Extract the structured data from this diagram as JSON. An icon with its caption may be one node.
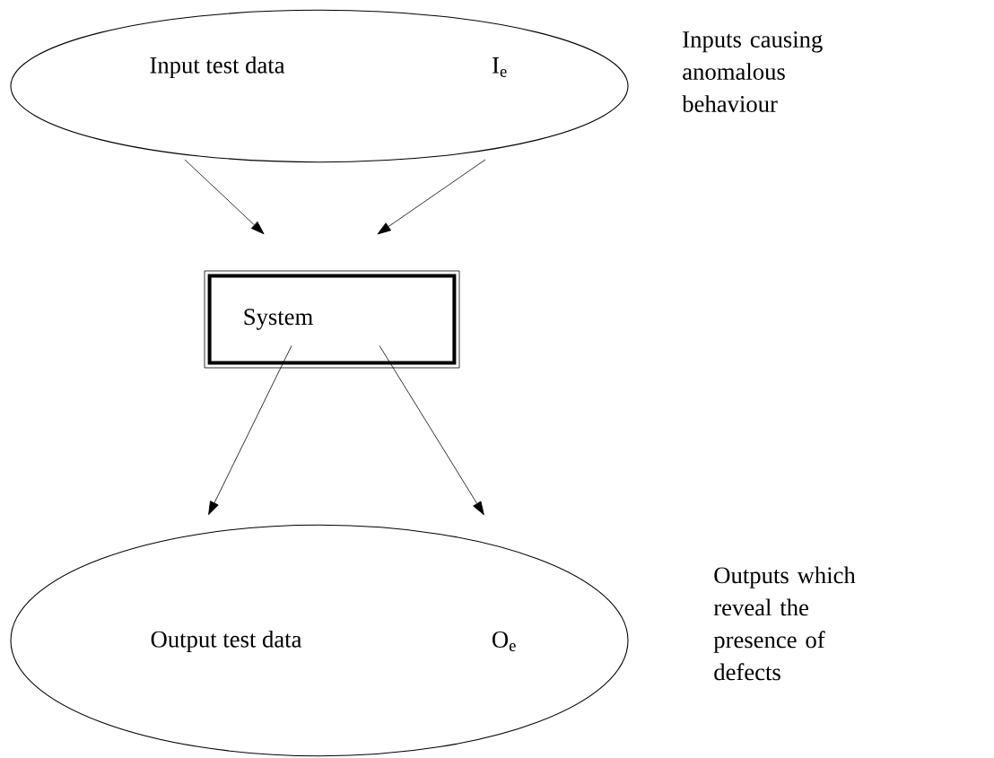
{
  "diagram": {
    "nodes": [
      {
        "text": [
          "Input test data",
          "I$_{e}$"
        ],
        "beside": [
          "Inputs causing anomalous behaviour"
        ]
      },
      {
        "text": [
          "System"
        ]
      },
      {
        "text": [
          "Output test data",
          "O$_{e}$"
        ],
        "beside": [
          "Outputs which reveal the presence of defects"
        ]
      }
    ],
    "edges": [
      {
        "from": 0,
        "to": 1,
        "arrow": "to"
      },
      {
        "from": 0,
        "to": 1,
        "arrow": "to"
      },
      {
        "from": 1,
        "to": 2,
        "arrow": "to"
      },
      {
        "from": 1,
        "to": 2,
        "arrow": "to"
      }
    ]
  }
}
